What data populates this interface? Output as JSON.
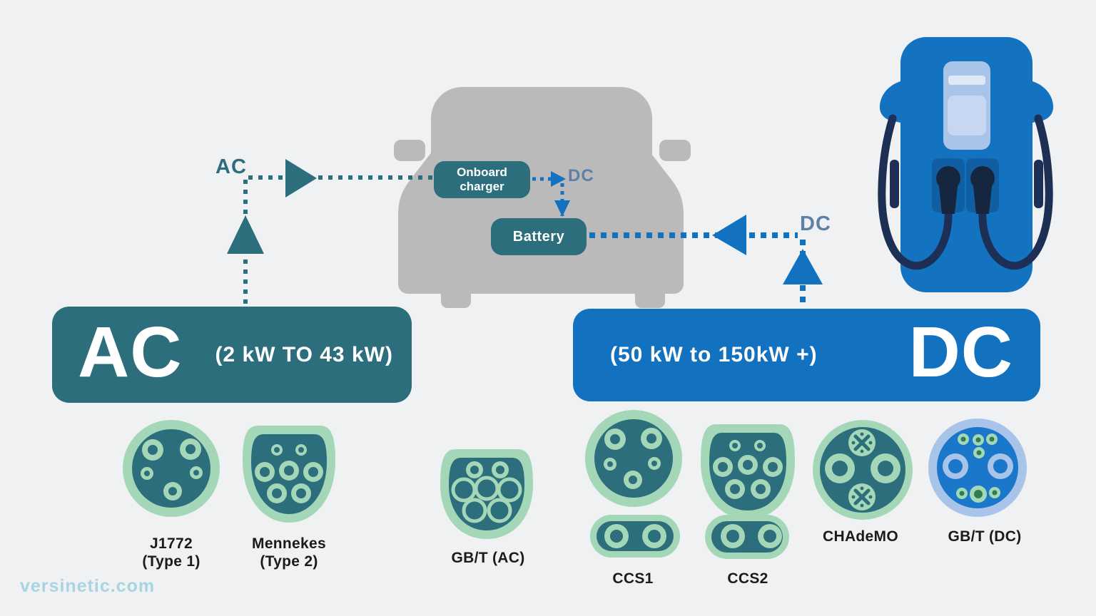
{
  "watermark": "versinetic.com",
  "flow": {
    "ac_source_label": "AC",
    "onboard_charger": "Onboard charger",
    "battery": "Battery",
    "dc_internal_label": "DC",
    "dc_external_label": "DC"
  },
  "banners": {
    "ac_title": "AC",
    "ac_range": "(2 kW TO 43 kW)",
    "dc_range": "(50 kW to 150kW +)",
    "dc_title": "DC"
  },
  "connectors": {
    "j1772": {
      "label": "J1772",
      "sublabel": "(Type 1)",
      "type": "AC"
    },
    "mennekes": {
      "label": "Mennekes",
      "sublabel": "(Type 2)",
      "type": "AC"
    },
    "gbt_ac": {
      "label": "GB/T (AC)",
      "type": "AC"
    },
    "ccs1": {
      "label": "CCS1",
      "type": "DC"
    },
    "ccs2": {
      "label": "CCS2",
      "type": "DC"
    },
    "chademo": {
      "label": "CHAdeMO",
      "type": "DC"
    },
    "gbt_dc": {
      "label": "GB/T (DC)",
      "type": "DC"
    }
  },
  "colors": {
    "teal": "#2d6e7c",
    "blue": "#1272bf",
    "light_green": "#a3d7b7",
    "light_blue": "#a9c4e9",
    "navy": "#1d2f55",
    "slate_label": "#5e80a8",
    "car_gray": "#bababa",
    "background": "#eff1f2"
  }
}
